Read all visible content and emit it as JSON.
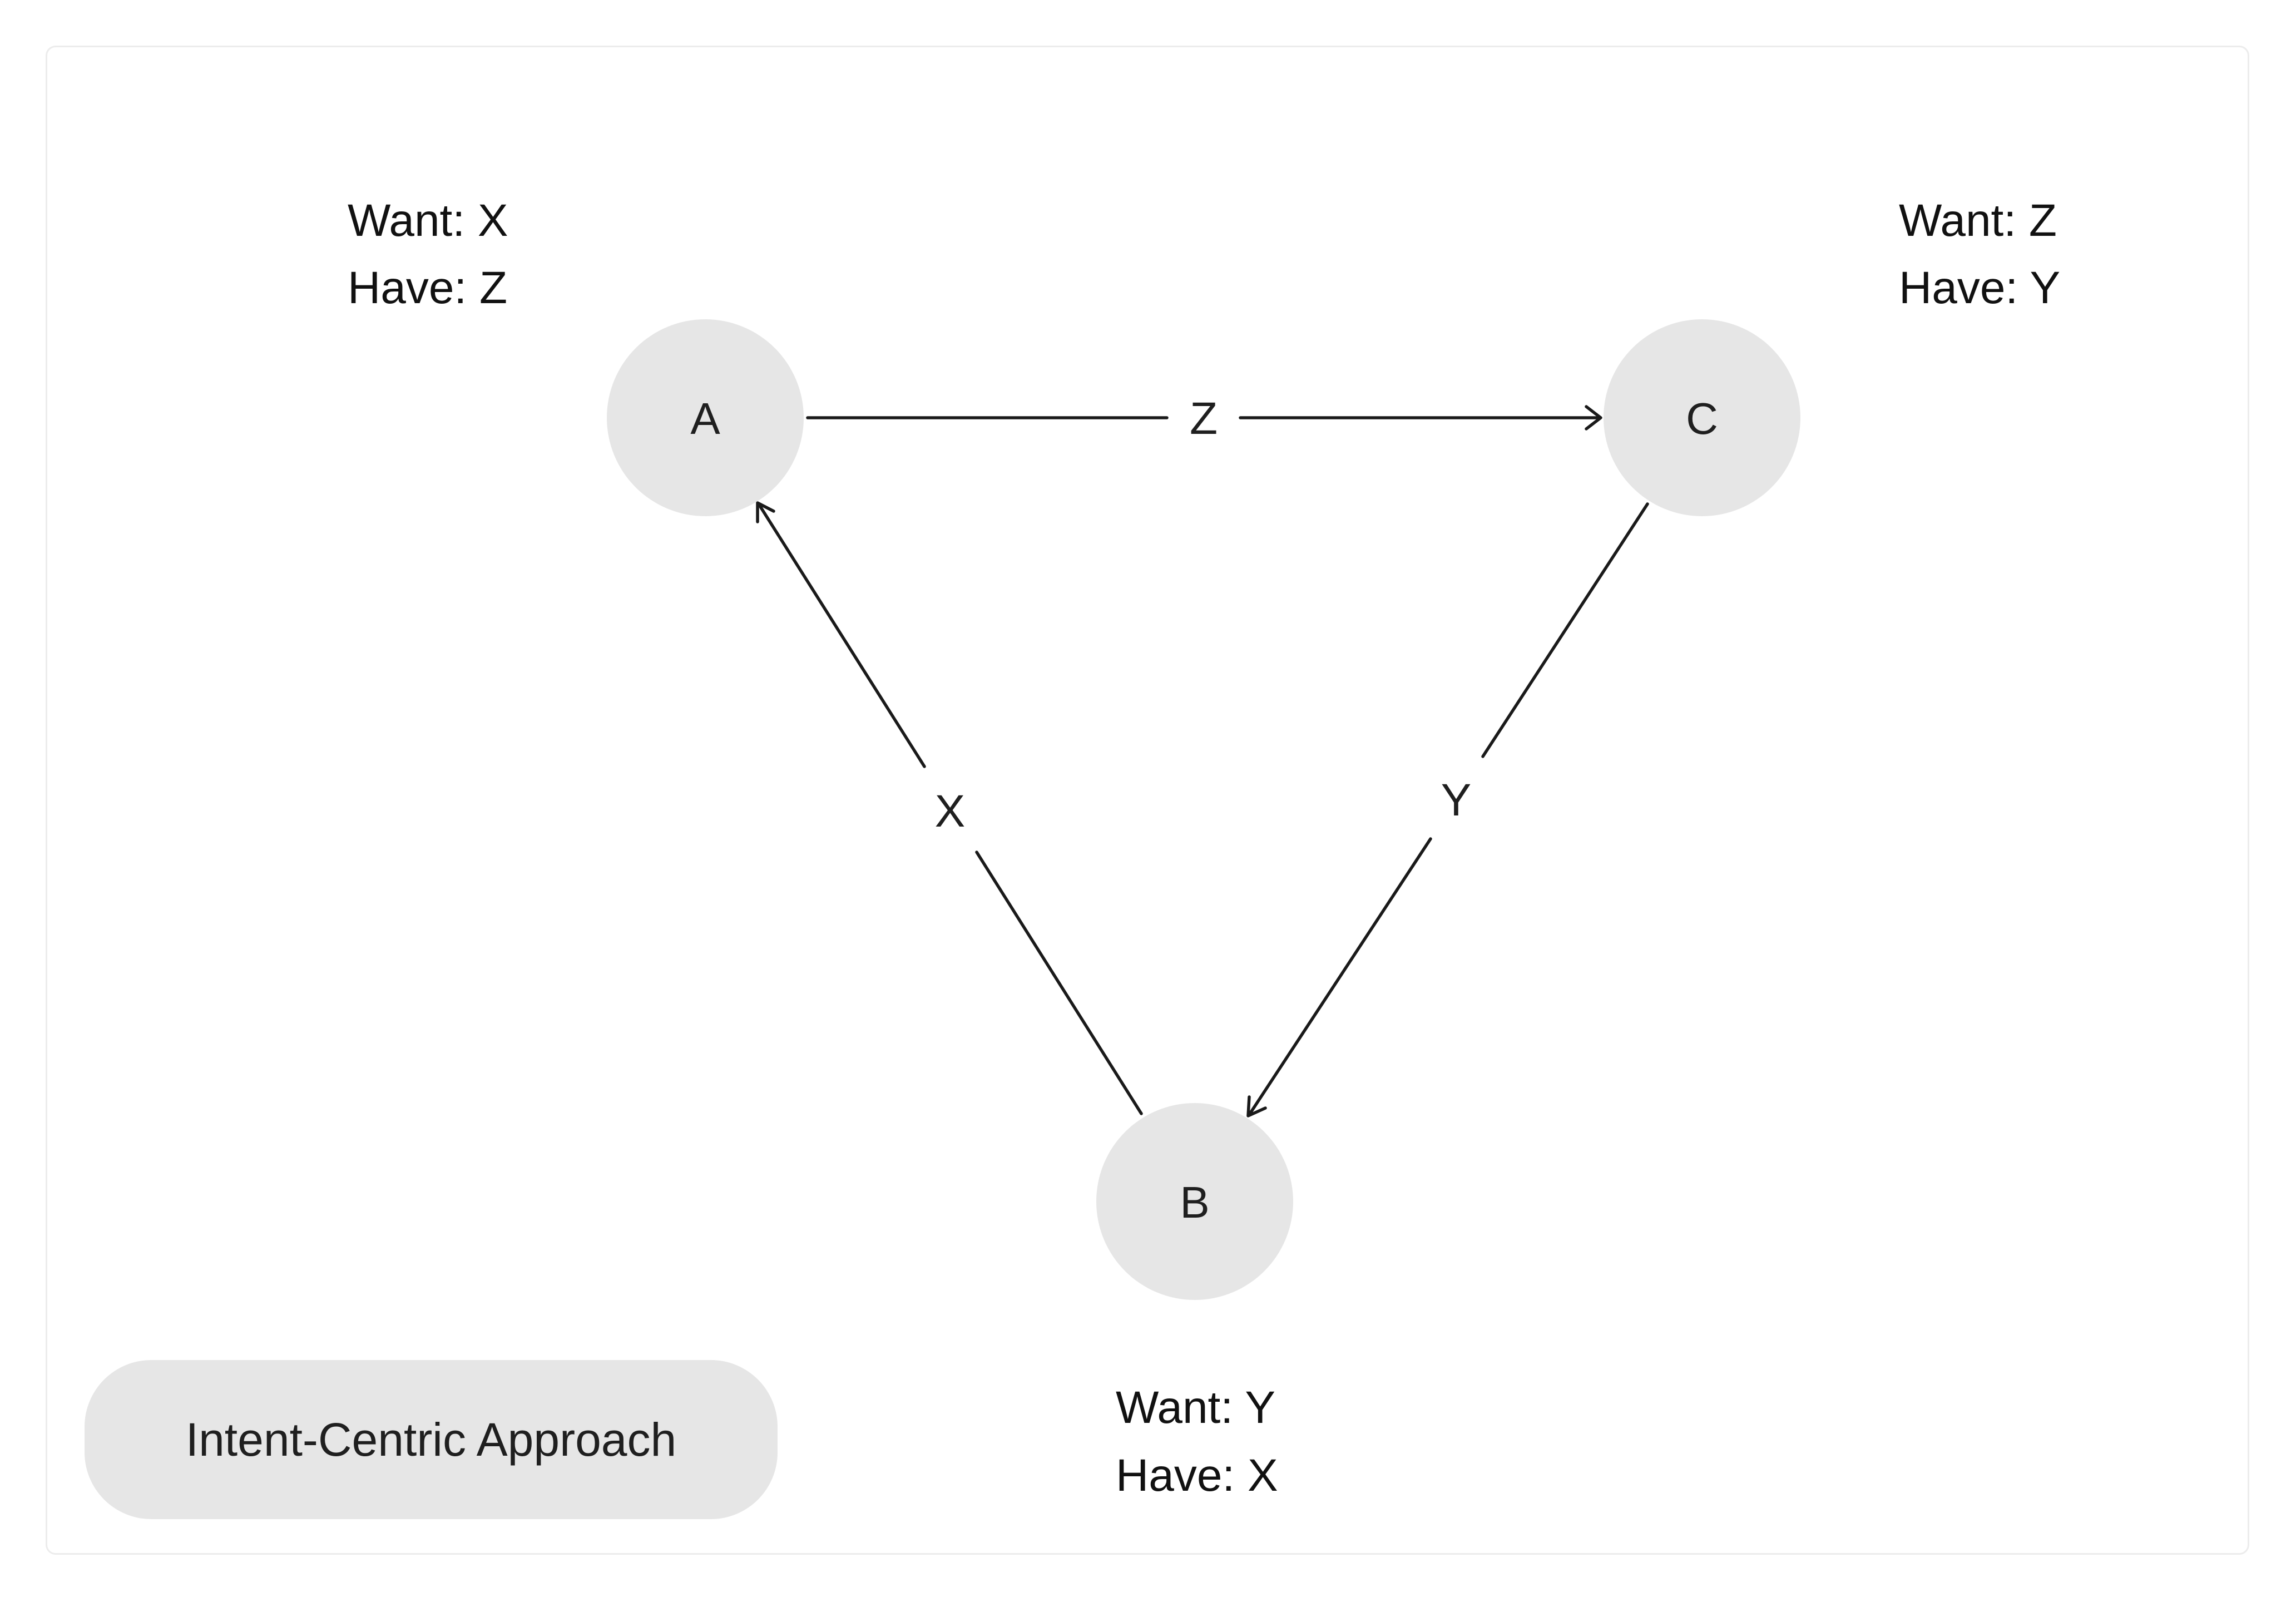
{
  "nodes": {
    "a": {
      "label": "A",
      "want": "Want: X",
      "have": "Have: Z"
    },
    "b": {
      "label": "B",
      "want": "Want: Y",
      "have": "Have: X"
    },
    "c": {
      "label": "C",
      "want": "Want: Z",
      "have": "Have: Y"
    }
  },
  "edges": {
    "a_to_c": {
      "label": "Z"
    },
    "c_to_b": {
      "label": "Y"
    },
    "b_to_a": {
      "label": "X"
    }
  },
  "footer": {
    "approach_label": "Intent-Centric Approach"
  }
}
